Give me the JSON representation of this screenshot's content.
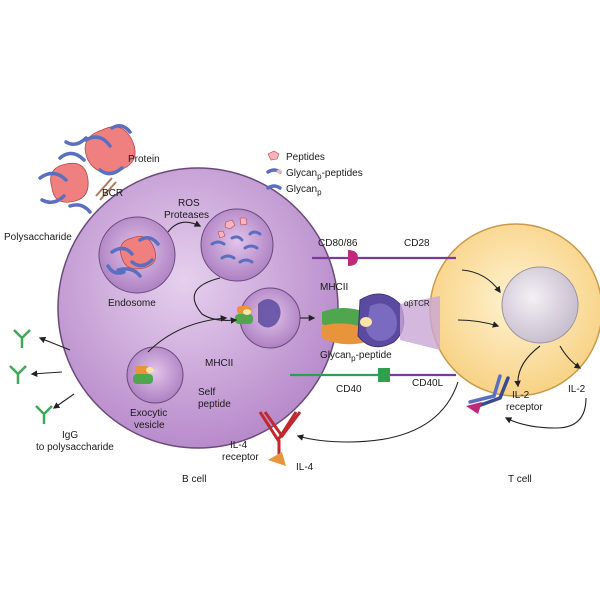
{
  "labels": {
    "protein": "Protein",
    "bcr": "BCR",
    "polysaccharide": "Polysaccharide",
    "ros_proteases_1": "ROS",
    "ros_proteases_2": "Proteases",
    "endosome": "Endosome",
    "mhcii_inner": "MHCII",
    "self_peptide_1": "Self",
    "self_peptide_2": "peptide",
    "exocytic_vesicle_1": "Exocytic",
    "exocytic_vesicle_2": "vesicle",
    "igg_1": "IgG",
    "igg_2": "to polysaccharide",
    "cd80_86": "CD80/86",
    "cd28": "CD28",
    "mhcii_surface": "MHCII",
    "abtcr": "αβTCR",
    "glycan_peptide_main": "Glycan",
    "glycan_peptide_sub": "p",
    "glycan_peptide_tail": "-peptide",
    "cd40": "CD40",
    "cd40l": "CD40L",
    "il4_receptor_1": "IL-4",
    "il4_receptor_2": "receptor",
    "il4": "IL-4",
    "il2_receptor_1": "IL-2",
    "il2_receptor_2": "receptor",
    "il2": "IL-2",
    "b_cell": "B cell",
    "t_cell": "T cell"
  },
  "legend": {
    "peptides": "Peptides",
    "glycan_peptides_main": "Glycan",
    "glycan_peptides_sub": "p",
    "glycan_peptides_tail": "-peptides",
    "glycan_main": "Glycan",
    "glycan_sub": "p"
  },
  "colors": {
    "b_cell_fill": "#c9a6d6",
    "t_cell_fill": "#fde3a8",
    "protein": "#f08080",
    "glycan": "#5b6fc0",
    "mhcii_green": "#4fa64f",
    "mhcii_orange": "#e8943a",
    "tcr_purple": "#5a4aa0",
    "cd40_green": "#2e9e4f",
    "il4_red": "#c0282e",
    "il4_orange": "#e8943a",
    "il2_pink": "#c0287a",
    "link_purple": "#7a3a9a"
  }
}
